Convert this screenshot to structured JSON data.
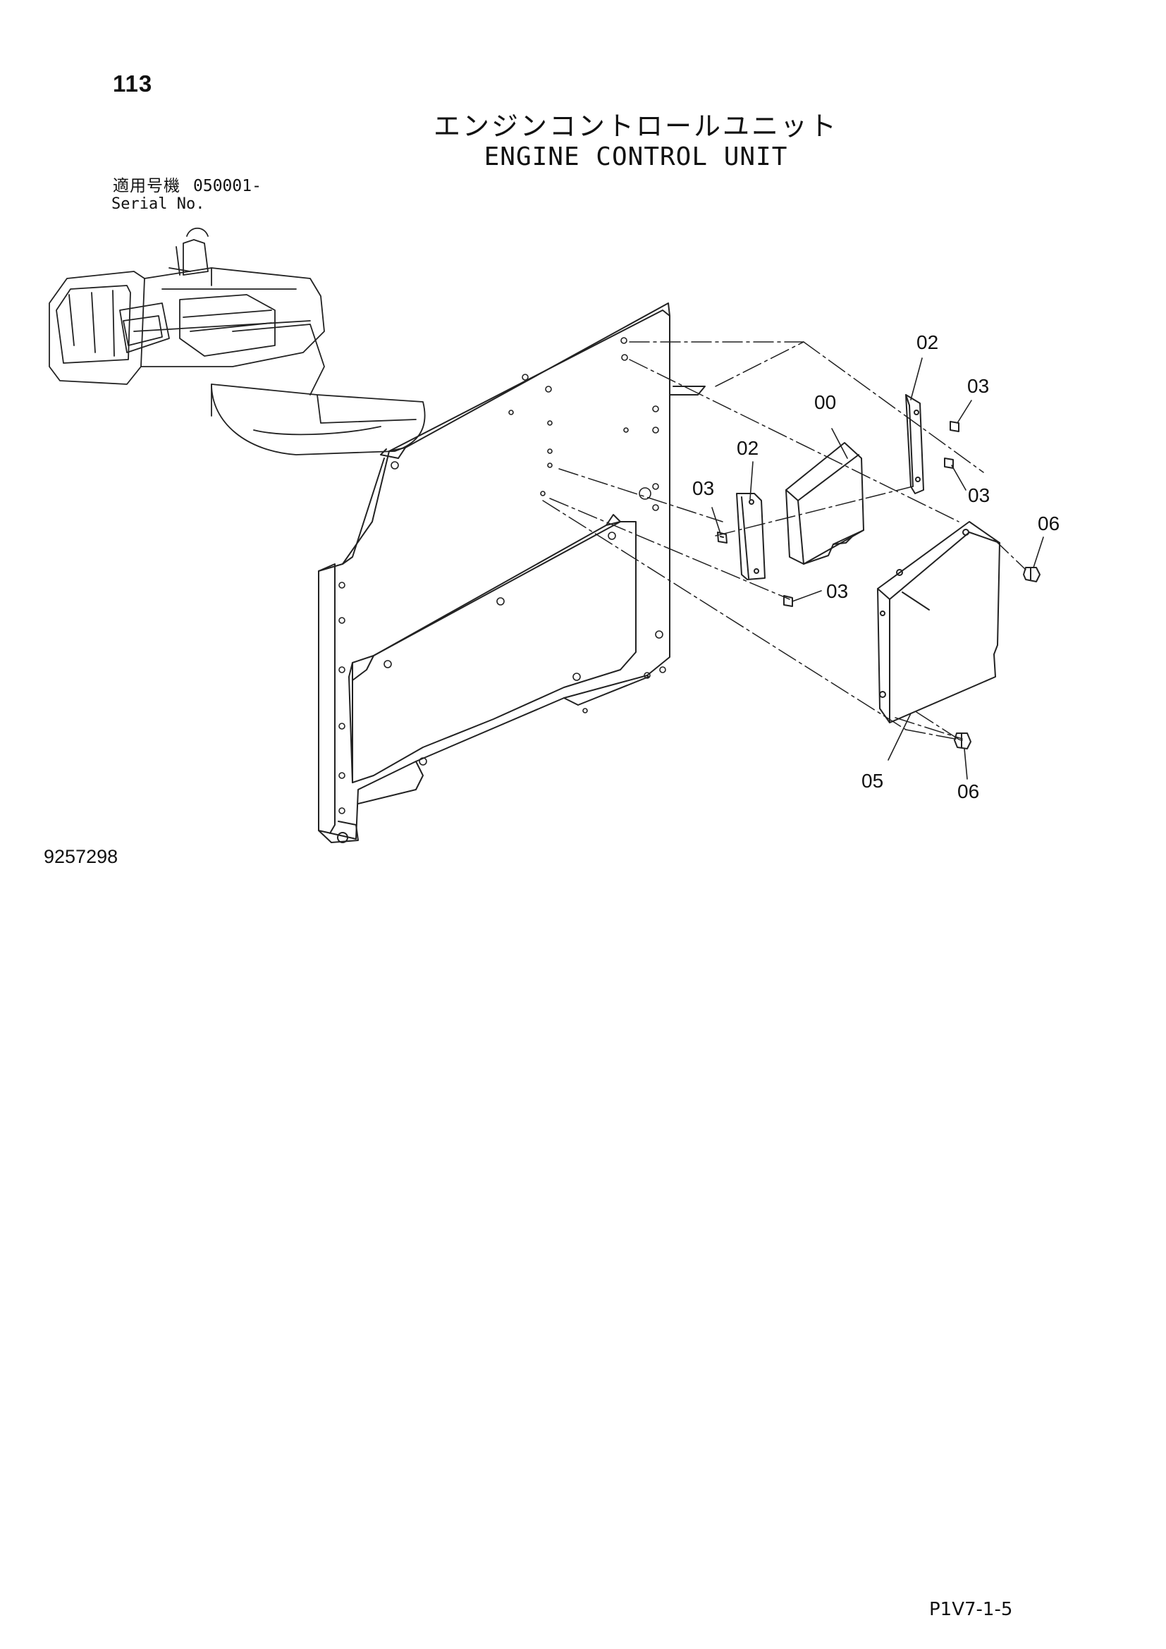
{
  "header": {
    "page_number": "113",
    "title_jp": "エンジンコントロールユニット",
    "title_en": "ENGINE CONTROL UNIT",
    "serial_label_jp": "適用号機",
    "serial_range": "050001-",
    "serial_label_en": "Serial No."
  },
  "callouts": {
    "c00": "00",
    "c02_right": "02",
    "c02_left": "02",
    "c03_top_right": "03",
    "c03_mid_right": "03",
    "c03_left": "03",
    "c03_bottom": "03",
    "c05": "05",
    "c06_top": "06",
    "c06_bottom": "06"
  },
  "footer": {
    "figure_number": "9257298",
    "page_code": "P1V7-1-5"
  }
}
